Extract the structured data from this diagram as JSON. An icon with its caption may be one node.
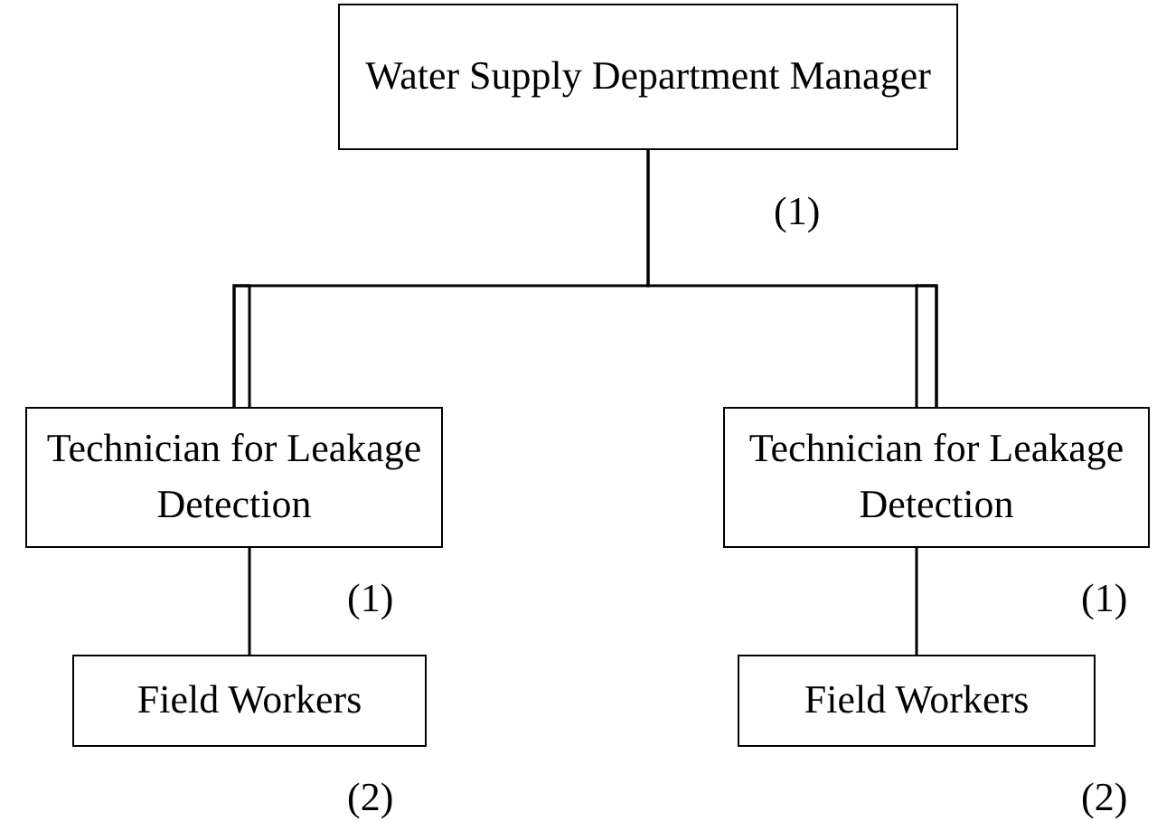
{
  "diagram": {
    "nodes": [
      {
        "text": [
          "Water Supply Department Manager"
        ],
        "beside": [
          "(1)"
        ]
      },
      {
        "text": [
          "Technician for Leakage Detection"
        ],
        "beside": [
          "(1)"
        ]
      },
      {
        "text": [
          "Technician for Leakage Detection"
        ],
        "beside": [
          "(1)"
        ]
      },
      {
        "text": [
          "Field Workers"
        ],
        "beside": [
          "(2)"
        ]
      },
      {
        "text": [
          "Field Workers"
        ],
        "beside": [
          "(2)"
        ]
      }
    ],
    "edges": [
      {
        "from": 0,
        "to": 1,
        "arrow": "none"
      },
      {
        "from": 0,
        "to": 2,
        "arrow": "none"
      },
      {
        "from": 1,
        "to": 3,
        "arrow": "none"
      },
      {
        "from": 2,
        "to": 4,
        "arrow": "none"
      }
    ]
  }
}
